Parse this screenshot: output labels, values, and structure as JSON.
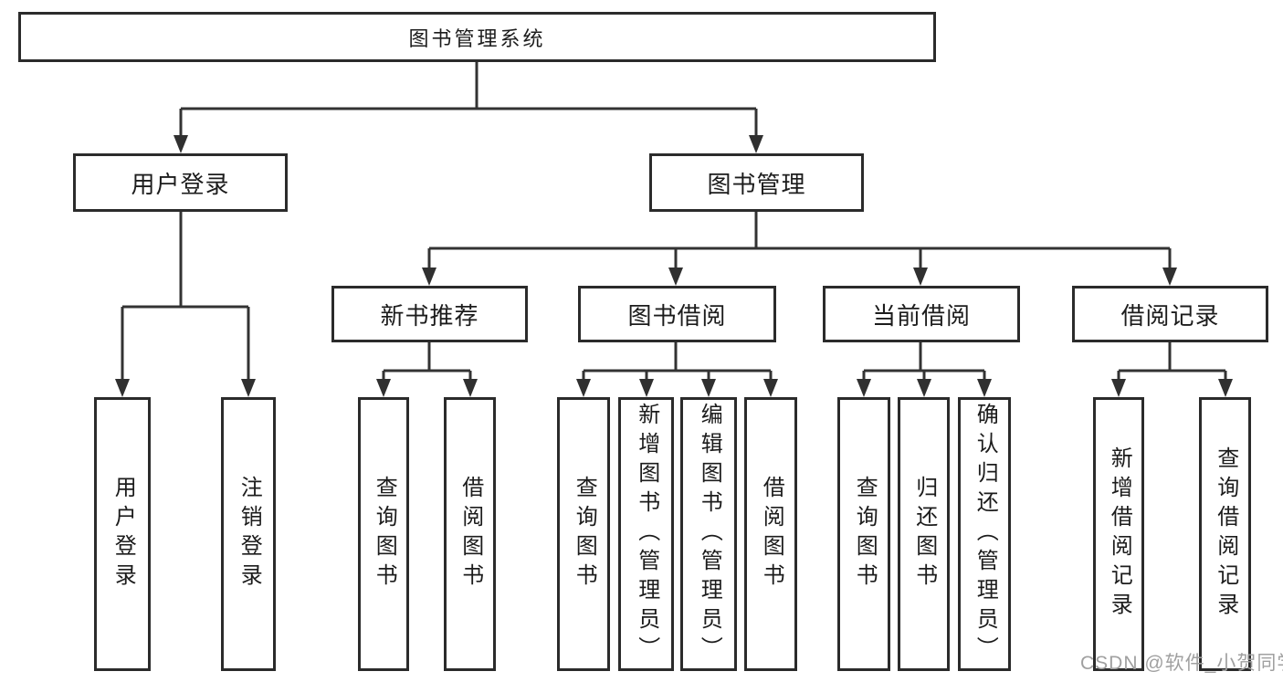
{
  "tree": {
    "label": "图书管理系统",
    "children": [
      {
        "label": "用户登录",
        "children": [
          {
            "label": "用户登录"
          },
          {
            "label": "注销登录"
          }
        ]
      },
      {
        "label": "图书管理",
        "children": [
          {
            "label": "新书推荐",
            "children": [
              {
                "label": "查询图书"
              },
              {
                "label": "借阅图书"
              }
            ]
          },
          {
            "label": "图书借阅",
            "children": [
              {
                "label": "查询图书"
              },
              {
                "label": "新增图书（管理员）"
              },
              {
                "label": "编辑图书（管理员）"
              },
              {
                "label": "借阅图书"
              }
            ]
          },
          {
            "label": "当前借阅",
            "children": [
              {
                "label": "查询图书"
              },
              {
                "label": "归还图书"
              },
              {
                "label": "确认归还（管理员）"
              }
            ]
          },
          {
            "label": "借阅记录",
            "children": [
              {
                "label": "新增借阅记录"
              },
              {
                "label": "查询借阅记录"
              }
            ]
          }
        ]
      }
    ]
  },
  "watermark": "CSDN @软件_小贺同学",
  "colors": {
    "line": "#333333",
    "border": "#2b2b2b",
    "text": "#1c1c1c",
    "watermark": "#a0a0a0",
    "background": "#ffffff"
  }
}
